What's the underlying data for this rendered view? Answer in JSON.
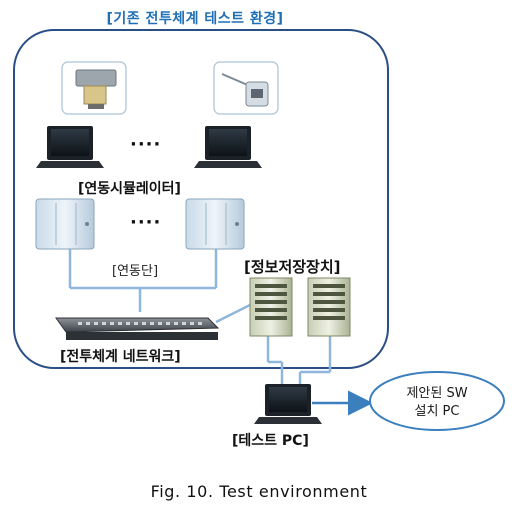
{
  "title": "[기존 전투체계 테스트 환경]",
  "labels": {
    "simulator": "[연동시뮬레이터]",
    "link_unit": "[연동단]",
    "storage": "[정보저장장치]",
    "network": "[전투체계 네트워크]",
    "test_pc": "[테스트 PC]",
    "proposed_sw_line1": "제안된 SW",
    "proposed_sw_line2": "설치 PC"
  },
  "ellipsis_top": "····",
  "ellipsis_bottom": "····",
  "caption": "Fig. 10. Test environment",
  "colors": {
    "frame": "#2a4f86",
    "connector": "#8fb6dc",
    "arrow": "#3b7fbf",
    "title": "#1f6fb5"
  },
  "icons": [
    "projector-icon",
    "camera-icon",
    "laptop-icon",
    "cabinet-icon",
    "network-switch-icon",
    "storage-rack-icon"
  ]
}
